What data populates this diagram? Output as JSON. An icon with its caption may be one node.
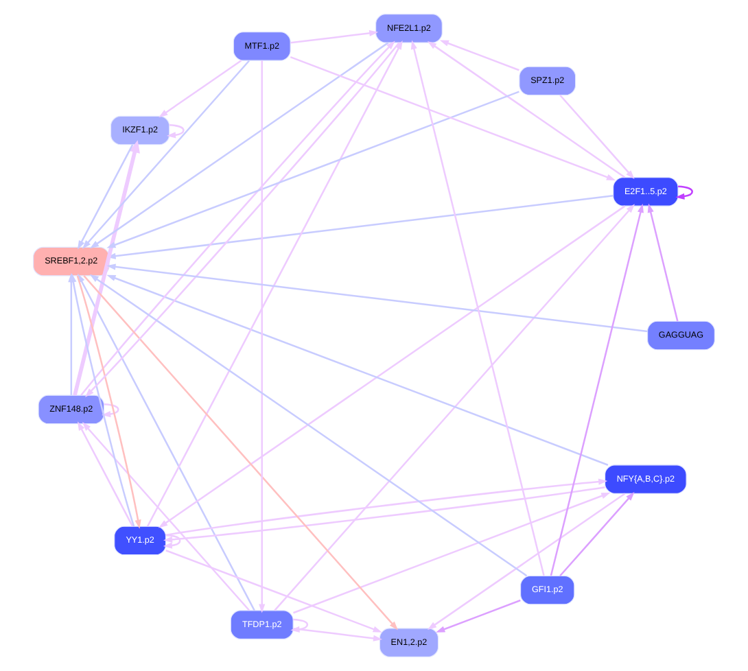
{
  "diagram": {
    "nodes": [
      {
        "text": [
          "TFDP1.p2"
        ]
      },
      {
        "text": [
          "E2F1..5.p2"
        ]
      },
      {
        "text": [
          "NFY{A,B,C}.p2"
        ]
      },
      {
        "text": [
          "EN1,2.p2"
        ]
      },
      {
        "text": [
          "ZNF148.p2"
        ]
      },
      {
        "text": [
          "YY1.p2"
        ]
      },
      {
        "text": [
          "SREBF1,2.p2"
        ]
      },
      {
        "text": [
          "NFE2L1.p2"
        ]
      },
      {
        "text": [
          "SPZ1.p2"
        ]
      },
      {
        "text": [
          "MTF1.p2"
        ]
      },
      {
        "text": [
          "GAGGUAG"
        ]
      },
      {
        "text": [
          "IKZF1.p2"
        ]
      },
      {
        "text": [
          "GFI1.p2"
        ]
      }
    ],
    "edges": [
      {
        "from": 0,
        "to": 6,
        "arrow": "to",
        "color": "#c8ccff"
      },
      {
        "from": 1,
        "to": 6,
        "arrow": "to",
        "color": "#c8ccff"
      },
      {
        "from": 2,
        "to": 6,
        "arrow": "to",
        "color": "#c8ccff"
      },
      {
        "from": 4,
        "to": 6,
        "arrow": "to",
        "color": "#c8ccff"
      },
      {
        "from": 5,
        "to": 6,
        "arrow": "to",
        "color": "#c8ccff"
      },
      {
        "from": 7,
        "to": 6,
        "arrow": "to",
        "color": "#c8ccff"
      },
      {
        "from": 8,
        "to": 6,
        "arrow": "to",
        "color": "#c8ccff"
      },
      {
        "from": 9,
        "to": 6,
        "arrow": "to",
        "color": "#c8ccff"
      },
      {
        "from": 10,
        "to": 6,
        "arrow": "to",
        "color": "#c8ccff"
      },
      {
        "from": 11,
        "to": 6,
        "arrow": "to",
        "color": "#c8ccff"
      },
      {
        "from": 12,
        "to": 6,
        "arrow": "to",
        "color": "#c8ccff"
      },
      {
        "from": 6,
        "to": 3,
        "arrow": "to",
        "color": "#ffc0c0"
      },
      {
        "from": 6,
        "to": 5,
        "arrow": "to",
        "color": "#ffc0c0"
      },
      {
        "from": 0,
        "to": 0,
        "arrow": "to"
      },
      {
        "from": 1,
        "to": 1,
        "arrow": "to",
        "color": "#c040ff"
      },
      {
        "from": 4,
        "to": 4,
        "arrow": "to"
      },
      {
        "from": 5,
        "to": 5,
        "arrow": "to"
      },
      {
        "from": 11,
        "to": 11,
        "arrow": "to"
      },
      {
        "from": 0,
        "to": 1,
        "arrow": "to"
      },
      {
        "from": 0,
        "to": 2,
        "arrow": "to"
      },
      {
        "from": 0,
        "to": 3,
        "arrow": "to"
      },
      {
        "from": 0,
        "to": 4,
        "arrow": "to"
      },
      {
        "from": 2,
        "to": 3,
        "arrow": "to"
      },
      {
        "from": 2,
        "to": 5,
        "arrow": "to"
      },
      {
        "from": 1,
        "to": 5,
        "arrow": "to"
      },
      {
        "from": 1,
        "to": 7,
        "arrow": "to"
      },
      {
        "from": 5,
        "to": 3,
        "arrow": "to"
      },
      {
        "from": 5,
        "to": 2,
        "arrow": "to"
      },
      {
        "from": 5,
        "to": 4,
        "arrow": "to"
      },
      {
        "from": 5,
        "to": 7,
        "arrow": "to"
      },
      {
        "from": 4,
        "to": 7,
        "arrow": "to"
      },
      {
        "from": 7,
        "to": 4,
        "arrow": "to"
      },
      {
        "from": 4,
        "to": 11,
        "arrow": "to",
        "style": "thick"
      },
      {
        "from": 9,
        "to": 7,
        "arrow": "to"
      },
      {
        "from": 9,
        "to": 11,
        "arrow": "to"
      },
      {
        "from": 9,
        "to": 1,
        "arrow": "to"
      },
      {
        "from": 9,
        "to": 0,
        "arrow": "to"
      },
      {
        "from": 8,
        "to": 1,
        "arrow": "to"
      },
      {
        "from": 8,
        "to": 7,
        "arrow": "to"
      },
      {
        "from": 12,
        "to": 1,
        "arrow": "to",
        "color": "#dca0ff"
      },
      {
        "from": 12,
        "to": 3,
        "arrow": "to",
        "color": "#dca0ff"
      },
      {
        "from": 12,
        "to": 2,
        "arrow": "to",
        "color": "#dca0ff"
      },
      {
        "from": 12,
        "to": 7,
        "arrow": "to"
      },
      {
        "from": 10,
        "to": 1,
        "arrow": "to",
        "color": "#dca0ff"
      }
    ]
  }
}
